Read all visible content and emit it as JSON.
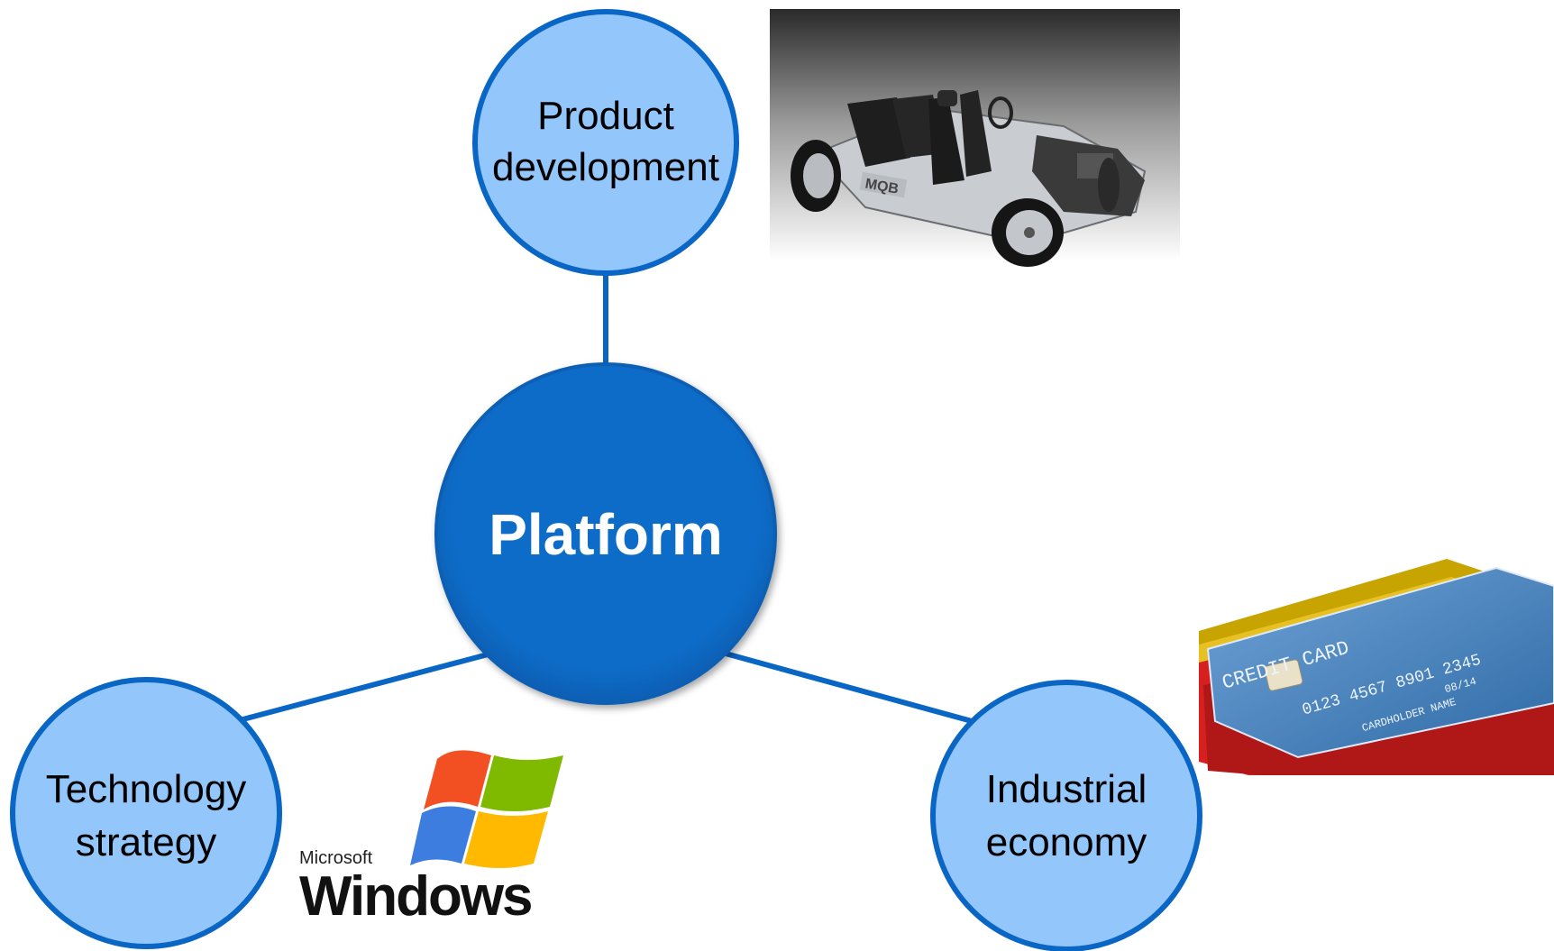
{
  "center": {
    "label": "Platform",
    "fill": "#0b6cc8",
    "stroke": "#0a5fb4"
  },
  "nodes": [
    {
      "id": "product",
      "lines": [
        "Product",
        "development"
      ]
    },
    {
      "id": "technology",
      "lines": [
        "Technology",
        "strategy"
      ]
    },
    {
      "id": "industrial",
      "lines": [
        "Industrial",
        "economy"
      ]
    }
  ],
  "node_style": {
    "fill": "#93c6fb",
    "stroke": "#0a66c4"
  },
  "connector_color": "#0a66c4",
  "images": {
    "car_chassis": {
      "badge": "MQB"
    },
    "windows_logo": {
      "brand_small": "Microsoft",
      "brand_big": "Windows"
    },
    "credit_cards": {
      "title": "CREDIT CARD",
      "number": "0123 4567 8901 2345",
      "expiry": "08/14",
      "holder": "CARDHOLDER NAME"
    }
  }
}
